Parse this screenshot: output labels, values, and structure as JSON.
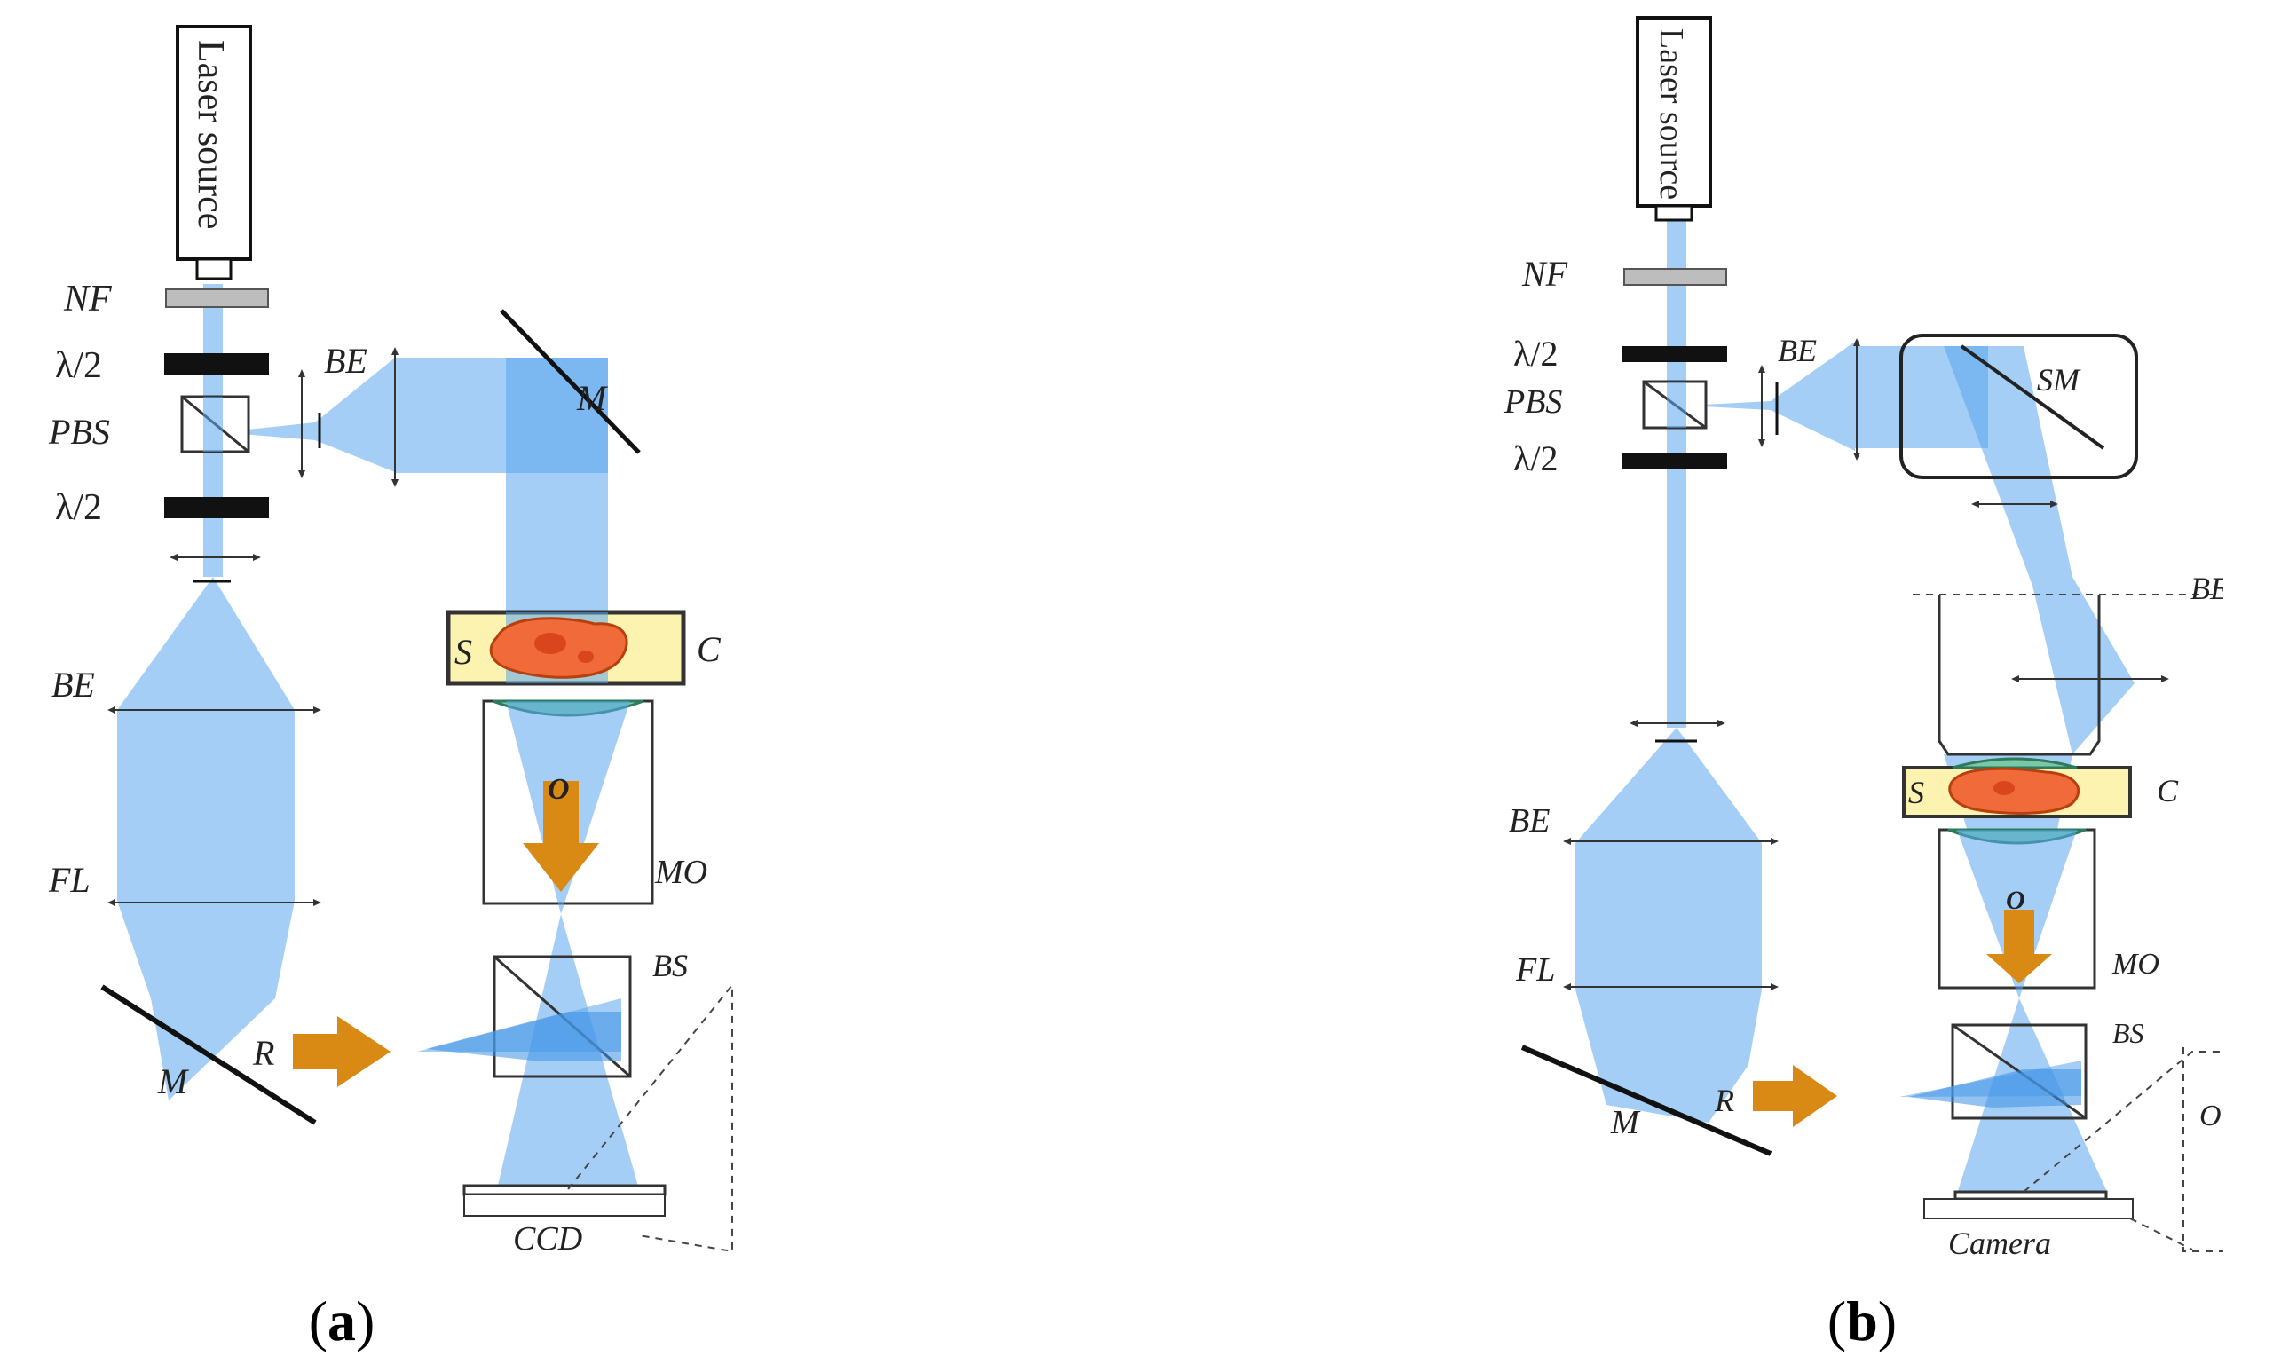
{
  "panels": [
    {
      "id": "a",
      "caption_open": "(",
      "caption_letter": "a",
      "caption_close": ")",
      "laser_label": "Laser source",
      "labels": {
        "nf": "NF",
        "half_wave_top": "λ/2",
        "pbs": "PBS",
        "half_wave_bottom": "λ/2",
        "be_top": "BE",
        "mirror_top": "M",
        "sample": "S",
        "chamber": "C",
        "object_beam": "O",
        "objective": "MO",
        "be_left": "BE",
        "fl": "FL",
        "beam_splitter": "BS",
        "mirror_bottom": "M",
        "reference_beam": "R",
        "detector": "CCD"
      }
    },
    {
      "id": "b",
      "caption_open": "(",
      "caption_letter": "b",
      "caption_close": ")",
      "laser_label": "Laser source",
      "labels": {
        "nf": "NF",
        "half_wave_top": "λ/2",
        "pbs": "PBS",
        "half_wave_bottom": "λ/2",
        "be_top": "BE",
        "scanning_mirror": "SM",
        "be_right": "BE",
        "sample": "S",
        "chamber": "C",
        "object_beam": "O",
        "objective": "MO",
        "be_left": "BE",
        "fl": "FL",
        "beam_splitter": "BS",
        "mirror_bottom": "M",
        "reference_beam": "R",
        "detector": "Camera",
        "inset": "O"
      }
    }
  ]
}
